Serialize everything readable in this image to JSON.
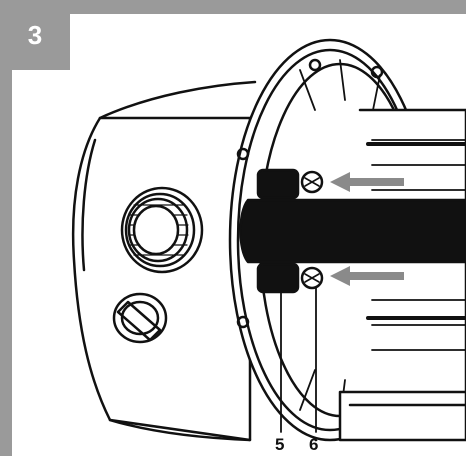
{
  "step": {
    "number": "3"
  },
  "callouts": {
    "label_5": "5",
    "label_6": "6"
  },
  "colors": {
    "frame": "#9a9a9a",
    "ink": "#111111",
    "arrow": "#8a8a8a"
  },
  "icons": {
    "arrow_upper": "arrow-left-icon",
    "arrow_lower": "arrow-left-icon"
  }
}
